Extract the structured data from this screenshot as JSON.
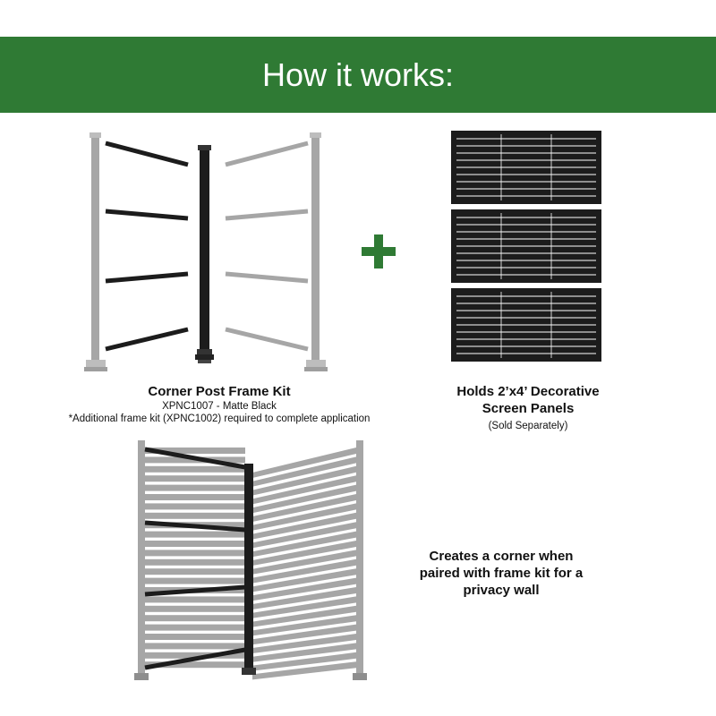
{
  "header": {
    "title": "How it works:",
    "background_color": "#2f7a34",
    "text_color": "#ffffff"
  },
  "frame_kit": {
    "title": "Corner Post Frame Kit",
    "model": "XPNC1007 - Matte Black",
    "note": "*Additional frame kit (XPNC1002) required to complete application",
    "icon": "corner-post-frame-kit-illustration"
  },
  "plus_symbol": {
    "icon": "plus-icon",
    "color": "#2f7a34"
  },
  "panels": {
    "title_line1": "Holds 2’x4’ Decorative",
    "title_line2": "Screen Panels",
    "note": "(Sold Separately)",
    "icon": "decorative-screen-panels-illustration",
    "count": 3
  },
  "result": {
    "line1": "Creates a corner when",
    "line2": "paired with frame kit for a",
    "line3": "privacy wall",
    "icon": "corner-privacy-wall-illustration"
  },
  "colors": {
    "frame_black": "#1c1c1c",
    "frame_gray": "#a6a6a6",
    "accent_green": "#2f7a34"
  }
}
